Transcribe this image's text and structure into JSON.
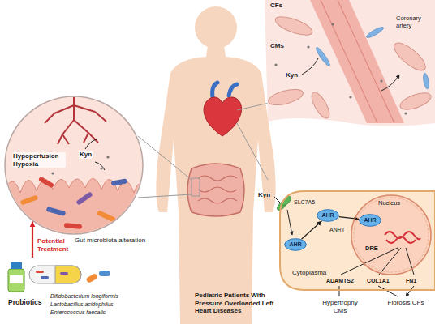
{
  "diagram": {
    "nodes": [
      {
        "text": [
          "Hypoperfusion Hypoxia",
          "Kyn"
        ]
      },
      {
        "text": [
          "Probiotics",
          "Bifidobacterium longiformis",
          "Lactobacillus acidophilus",
          "Enterococcus faecalis"
        ]
      },
      {
        "text": [
          "Cytoplasma"
        ]
      },
      {
        "text": [
          "AHR"
        ],
        "in": 2
      },
      {
        "text": [
          "AHR"
        ],
        "in": 2
      },
      {
        "text": [
          "Nucleus",
          "DRE"
        ],
        "in": 2
      },
      {
        "text": [
          "AHR"
        ],
        "in": 5
      }
    ],
    "edges": [
      {
        "from": 1,
        "to": 0,
        "arrow": "to",
        "label": "Potential Treatment"
      },
      {
        "from": 3,
        "to": 4,
        "arrow": "to"
      },
      {
        "from": 4,
        "to": 6,
        "arrow": "to"
      }
    ],
    "labels": [
      "CFs",
      "Coronary artery",
      "CMs",
      "Kyn",
      "Gut microbiota alteration",
      "Pediatric Patients With Pressure Overloaded Left Heart Diseases",
      "Kyn",
      "SLC7A5",
      "ANRT",
      "ADAMTS2",
      "COL1A1",
      "FN1",
      "Hypertrophy CMs",
      "Fibrosis CFs"
    ]
  }
}
